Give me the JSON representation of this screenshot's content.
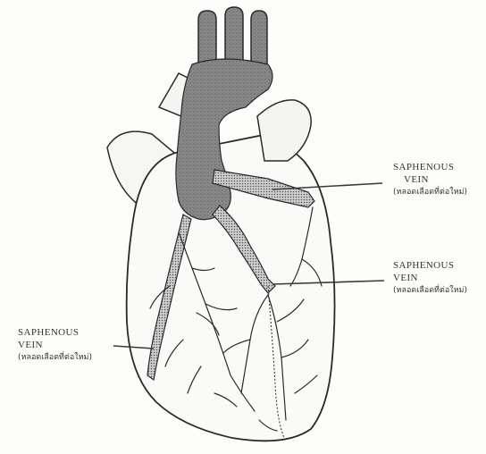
{
  "labels": {
    "top_right": {
      "line1": "SAPHENOUS",
      "line2": "VEIN",
      "line3": "(หลอดเลือดที่ต่อใหม่)"
    },
    "mid_right": {
      "line1": "SAPHENOUS",
      "line2": "VEIN",
      "line3": "(หลอดเลือดที่ต่อใหม่)"
    },
    "left": {
      "line1": "SAPHENOUS",
      "line2": "VEIN",
      "line3": "(หลอดเลือดที่ต่อใหม่)"
    }
  },
  "colors": {
    "outline": "#2a2a2a",
    "aorta_fill": "#7a7a7a",
    "graft_fill": "#9a9a9a",
    "background": "#fdfdfb"
  }
}
